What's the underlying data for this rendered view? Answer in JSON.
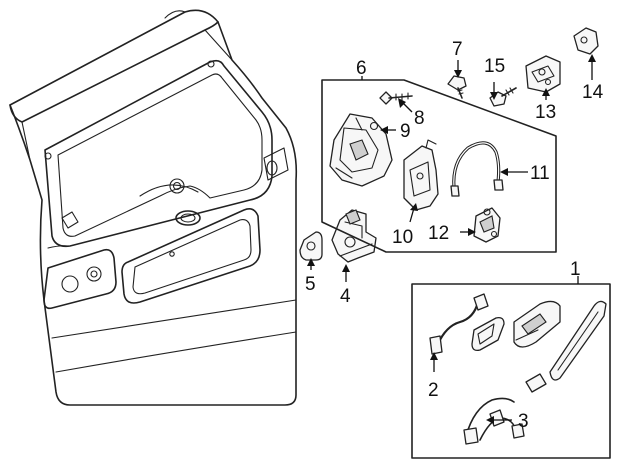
{
  "callouts": {
    "c1": "1",
    "c2": "2",
    "c3": "3",
    "c4": "4",
    "c5": "5",
    "c6": "6",
    "c7": "7",
    "c8": "8",
    "c9": "9",
    "c10": "10",
    "c11": "11",
    "c12": "12",
    "c13": "13",
    "c14": "14",
    "c15": "15"
  },
  "colors": {
    "line": "#222222",
    "background": "#ffffff",
    "shade": "#cfcfcf"
  }
}
